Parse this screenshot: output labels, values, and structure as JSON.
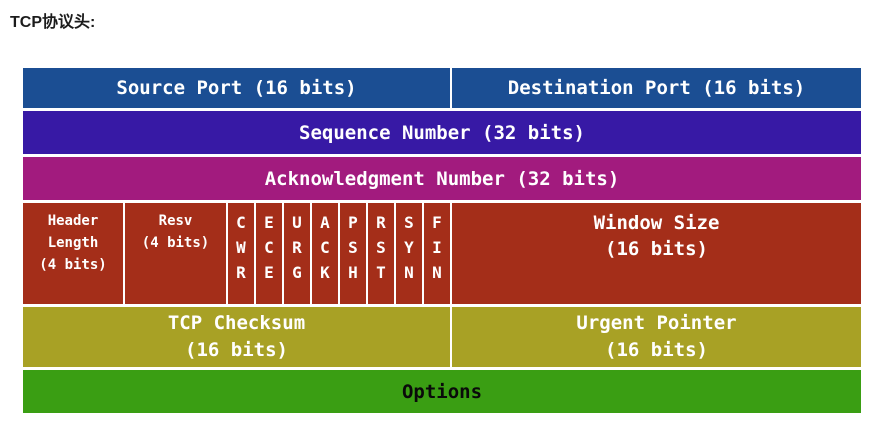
{
  "page_title": "TCP协议头:",
  "colors": {
    "row_ports": "#1b4e93",
    "row_sequence": "#3719a5",
    "row_ack": "#a21b7e",
    "row_flags": "#a42e19",
    "row_checksum": "#a8a125",
    "row_options": "#3a9e13",
    "text_light": "#ffffff",
    "text_dark": "#0a0a0a",
    "divider": "#ffffff"
  },
  "table": {
    "row1": {
      "source_port": "Source Port (16 bits)",
      "destination_port": "Destination Port (16 bits)"
    },
    "row2": {
      "sequence_number": "Sequence Number (32 bits)"
    },
    "row3": {
      "acknowledgment_number": "Acknowledgment Number (32 bits)"
    },
    "row4": {
      "header_length": "Header\nLength\n(4 bits)",
      "resv": "Resv\n(4 bits)",
      "flags": [
        "CWR",
        "ECE",
        "URG",
        "ACK",
        "PSH",
        "RST",
        "SYN",
        "FIN"
      ],
      "window_size": "Window Size\n(16 bits)"
    },
    "row5": {
      "tcp_checksum": "TCP Checksum\n(16 bits)",
      "urgent_pointer": "Urgent Pointer\n(16 bits)"
    },
    "row6": {
      "options": "Options"
    }
  }
}
